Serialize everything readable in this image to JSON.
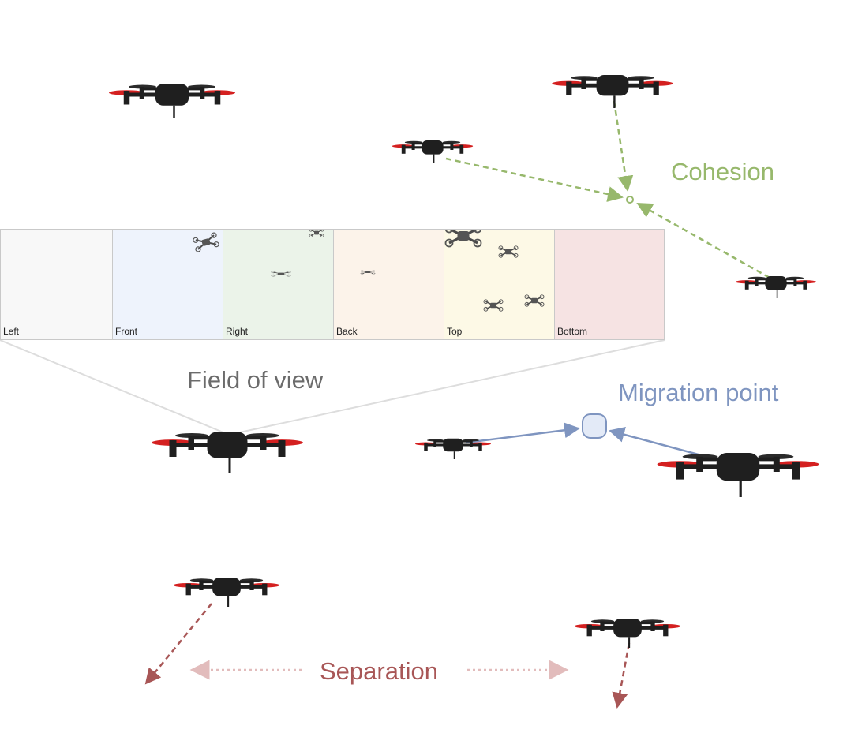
{
  "labels": {
    "cohesion": "Cohesion",
    "migration": "Migration point",
    "fov": "Field of view",
    "separation": "Separation"
  },
  "colors": {
    "cohesion": "#97b86c",
    "migration": "#7f95c0",
    "migration_fill": "#e3eaf7",
    "fov_text": "#6b6b6b",
    "fov_line": "#dddddd",
    "separation": "#a85656",
    "separation_light": "#ddb3b3",
    "drone_body": "#1f1f1f",
    "drone_prop": "#d42020"
  },
  "panels": [
    {
      "label": "Left",
      "bg": "#f8f8f8"
    },
    {
      "label": "Front",
      "bg": "#eef3fc"
    },
    {
      "label": "Right",
      "bg": "#ebf3e9"
    },
    {
      "label": "Back",
      "bg": "#fcf3ea"
    },
    {
      "label": "Top",
      "bg": "#fdf9e6"
    },
    {
      "label": "Bottom",
      "bg": "#f6e3e3"
    }
  ],
  "icons": [
    "quadcopter-drone-icon",
    "migration-point-icon"
  ]
}
